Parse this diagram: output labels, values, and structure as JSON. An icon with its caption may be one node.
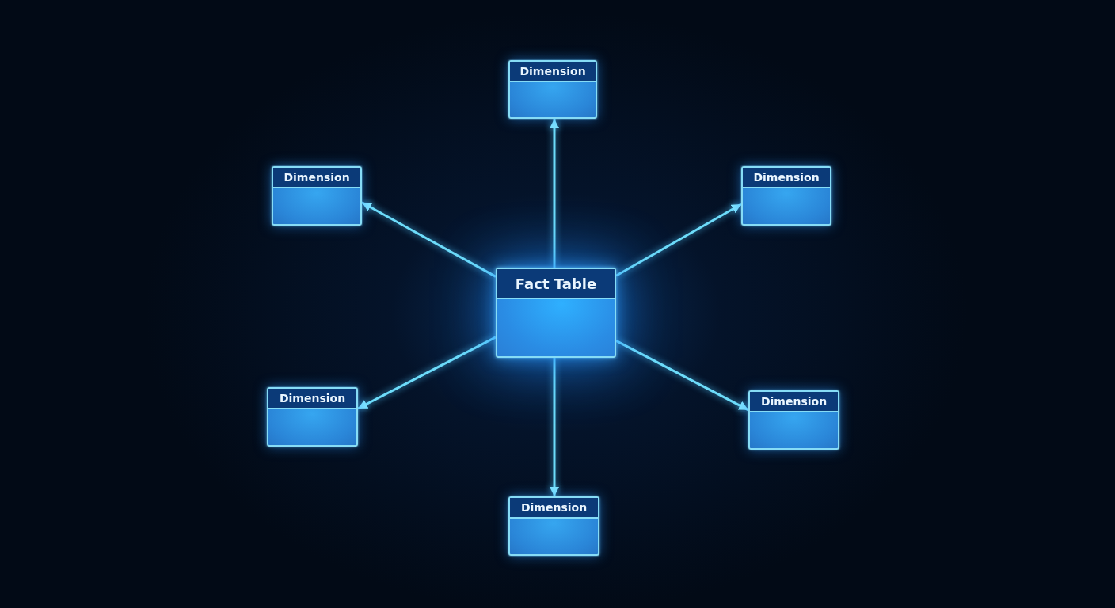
{
  "diagram": {
    "nodes": [
      {
        "text": [
          "Dimension"
        ]
      },
      {
        "text": [
          "Dimension"
        ]
      },
      {
        "text": [
          "Dimension"
        ]
      },
      {
        "text": [
          "Fact Table"
        ]
      },
      {
        "text": [
          "Dimension"
        ]
      },
      {
        "text": [
          "Dimension"
        ]
      },
      {
        "text": [
          "Dimension"
        ]
      }
    ],
    "edges": [
      {
        "from": 3,
        "to": 0,
        "arrow": "to"
      },
      {
        "from": 3,
        "to": 1,
        "arrow": "to"
      },
      {
        "from": 3,
        "to": 2,
        "arrow": "to"
      },
      {
        "from": 3,
        "to": 4,
        "arrow": "to"
      },
      {
        "from": 3,
        "to": 5,
        "arrow": "to"
      },
      {
        "from": 3,
        "to": 6,
        "arrow": "to"
      }
    ]
  }
}
